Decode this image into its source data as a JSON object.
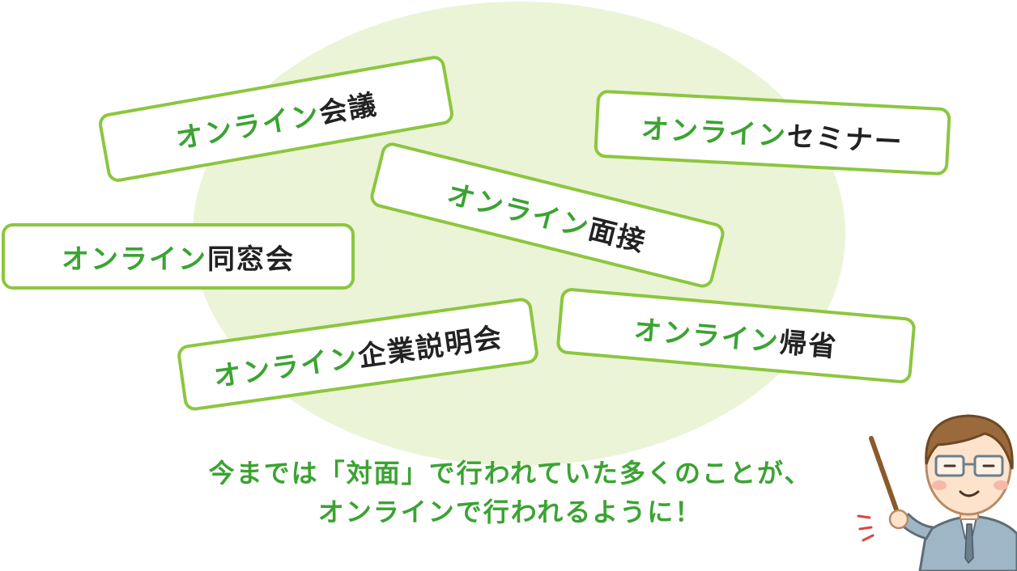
{
  "tags": [
    {
      "prefix": "オンライン",
      "suffix": "会議"
    },
    {
      "prefix": "オンライン",
      "suffix": "セミナー"
    },
    {
      "prefix": "オンライン",
      "suffix": "面接"
    },
    {
      "prefix": "オンライン",
      "suffix": "同窓会"
    },
    {
      "prefix": "オンライン",
      "suffix": "企業説明会"
    },
    {
      "prefix": "オンライン",
      "suffix": "帰省"
    }
  ],
  "caption": {
    "line1": "今までは「対面」で行われていた多くのことが、",
    "line2": "オンラインで行われるように！"
  },
  "colors": {
    "accent_green": "#3ba332",
    "border_green": "#8cc63f",
    "blob": "#ebf4d6"
  },
  "icons": {
    "presenter": "teacher-with-pointer-illustration"
  }
}
